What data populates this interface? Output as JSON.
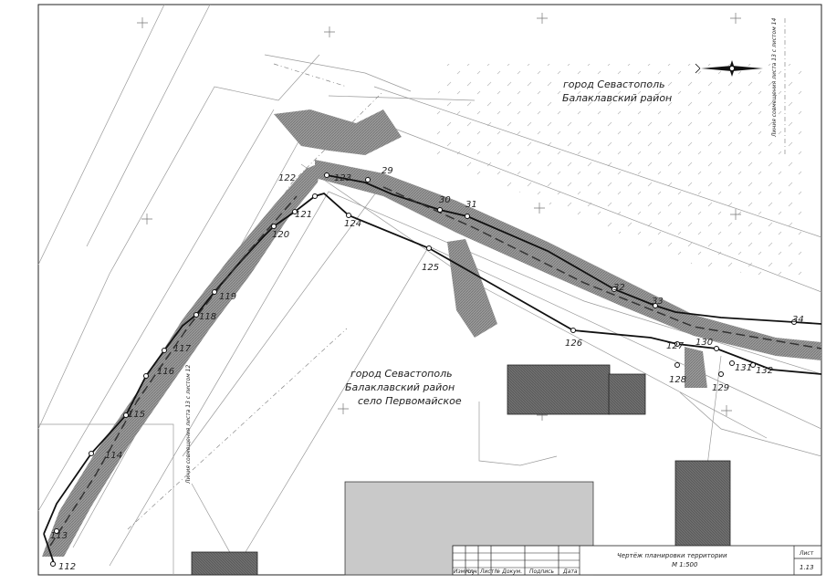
{
  "areas": {
    "north": {
      "line1": "город Севастополь",
      "line2": "Балаклавский район"
    },
    "south": {
      "line1": "город Севастополь",
      "line2": "Балаклавский район",
      "line3": "село Первомайское"
    }
  },
  "points": [
    {
      "label": "29"
    },
    {
      "label": "30"
    },
    {
      "label": "31"
    },
    {
      "label": "32"
    },
    {
      "label": "33"
    },
    {
      "label": "34"
    },
    {
      "label": "121"
    },
    {
      "label": "122"
    },
    {
      "label": "123"
    },
    {
      "label": "124"
    },
    {
      "label": "120"
    },
    {
      "label": "125"
    },
    {
      "label": "119"
    },
    {
      "label": "118"
    },
    {
      "label": "117"
    },
    {
      "label": "116"
    },
    {
      "label": "115"
    },
    {
      "label": "114"
    },
    {
      "label": "113"
    },
    {
      "label": "112"
    },
    {
      "label": "126"
    },
    {
      "label": "127"
    },
    {
      "label": "130"
    },
    {
      "label": "128"
    },
    {
      "label": "129"
    },
    {
      "label": "131"
    },
    {
      "label": "132"
    }
  ],
  "side_notes": {
    "right": "Линия совмещения листа 13 с листом 14",
    "left": "Линия совмещения листа 13 с листом 12"
  },
  "title_block": {
    "columns": [
      "Изм.",
      "Кол.уч.",
      "Лист",
      "№ Докум.",
      "Подпись",
      "Дата"
    ],
    "title": "Чертёж планировки территории",
    "scale": "М 1:500",
    "sheet_label": "Лист",
    "sheet_number": "1.13"
  },
  "icons": {
    "north_arrow": "compass-rose-icon"
  },
  "colors": {
    "line": "#111111",
    "hatch": "#888888",
    "building": "#666666",
    "thin": "#9a9a9a"
  }
}
